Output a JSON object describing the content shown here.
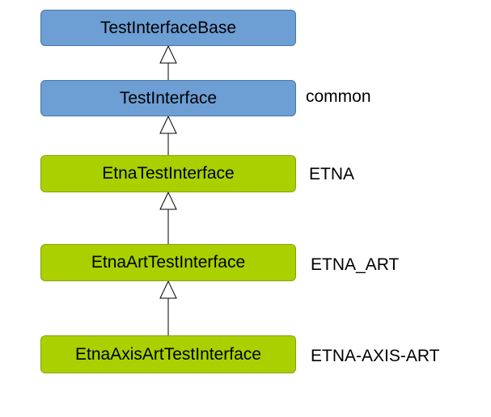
{
  "colors": {
    "common_box": "#6d9ed4",
    "layer_box": "#aad000"
  },
  "nodes": [
    {
      "id": "test-interface-base",
      "label": "TestInterfaceBase",
      "color": "blue"
    },
    {
      "id": "test-interface",
      "label": "TestInterface",
      "color": "blue"
    },
    {
      "id": "etna-test-interface",
      "label": "EtnaTestInterface",
      "color": "green"
    },
    {
      "id": "etna-art-test-interface",
      "label": "EtnaArtTestInterface",
      "color": "green"
    },
    {
      "id": "etna-axis-art-test-interface",
      "label": "EtnaAxisArtTestInterface",
      "color": "green"
    }
  ],
  "layer_labels": {
    "common": "common",
    "etna": "ETNA",
    "etna_art": "ETNA_ART",
    "etna_axis_art": "ETNA-AXIS-ART"
  },
  "edges": [
    {
      "from": "test-interface",
      "to": "test-interface-base",
      "type": "inheritance"
    },
    {
      "from": "etna-test-interface",
      "to": "test-interface",
      "type": "inheritance"
    },
    {
      "from": "etna-art-test-interface",
      "to": "etna-test-interface",
      "type": "inheritance"
    },
    {
      "from": "etna-axis-art-test-interface",
      "to": "etna-art-test-interface",
      "type": "inheritance"
    }
  ]
}
